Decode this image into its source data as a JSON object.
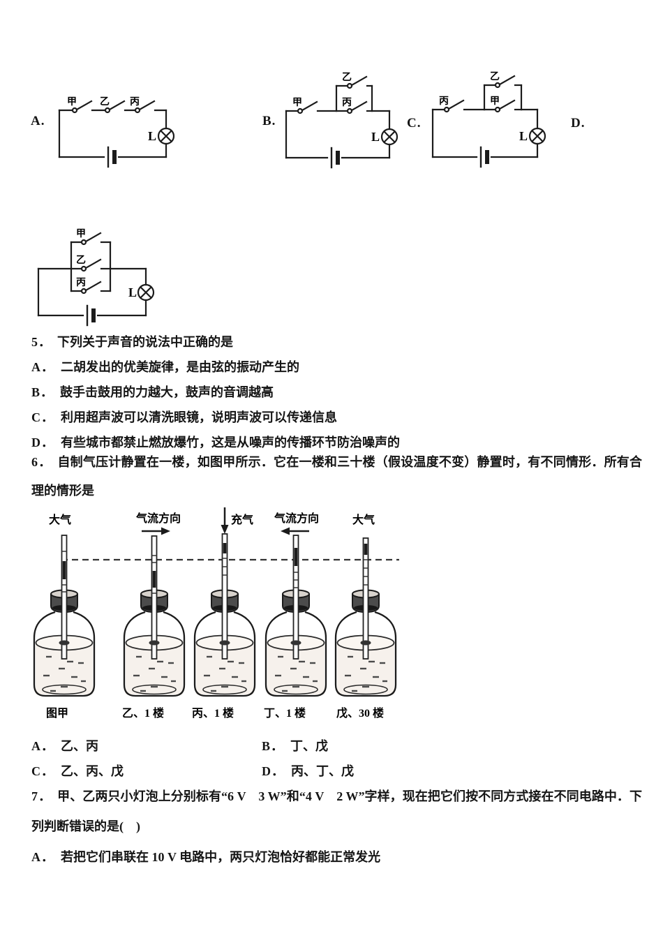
{
  "q4": {
    "circuits": [
      {
        "letter": "A.",
        "lamp": "L",
        "switches": {
          "s1": "甲",
          "s2": "乙",
          "s3": "丙"
        }
      },
      {
        "letter": "B.",
        "lamp": "L",
        "switches": {
          "series": "甲",
          "branch_top": "乙",
          "branch_main": "丙"
        }
      },
      {
        "letter": "C.",
        "lamp": "L",
        "switches": {
          "series": "丙",
          "branch_top": "乙",
          "branch_main": "甲"
        }
      },
      {
        "letter": "D.",
        "lamp": "L",
        "switches": {
          "branch_top": "甲",
          "branch_mid": "乙",
          "branch_bottom": "丙"
        }
      }
    ]
  },
  "q5": {
    "number": "5．",
    "stem": "下列关于声音的说法中正确的是",
    "options": [
      {
        "label": "A．",
        "text": "二胡发出的优美旋律，是由弦的振动产生的"
      },
      {
        "label": "B．",
        "text": "鼓手击鼓用的力越大，鼓声的音调越高"
      },
      {
        "label": "C．",
        "text": "利用超声波可以清洗眼镜，说明声波可以传递信息"
      },
      {
        "label": "D．",
        "text": "有些城市都禁止燃放爆竹，这是从噪声的传播环节防治噪声的"
      }
    ]
  },
  "q6": {
    "number": "6．",
    "stem": "自制气压计静置在一楼，如图甲所示．它在一楼和三十楼（假设温度不变）静置时，有不同情形．所有合理的情形是",
    "figure": {
      "top_labels": [
        "大气",
        "气流方向",
        "充气",
        "气流方向",
        "大气"
      ],
      "bottom_labels": [
        "图甲",
        "乙、1 楼",
        "丙、1 楼",
        "丁、1 楼",
        "戊、30 楼"
      ]
    },
    "options": [
      {
        "label": "A．",
        "text": "乙、丙"
      },
      {
        "label": "B．",
        "text": "丁、戊"
      },
      {
        "label": "C．",
        "text": "乙、丙、戊"
      },
      {
        "label": "D．",
        "text": "丙、丁、戊"
      }
    ]
  },
  "q7": {
    "number": "7．",
    "stem": "甲、乙两只小灯泡上分别标有“6 V　3 W”和“4 V　2 W”字样，现在把它们按不同方式接在不同电路中．下列判断错误的是(　)",
    "options": [
      {
        "label": "A．",
        "text": "若把它们串联在 10 V 电路中，两只灯泡恰好都能正常发光"
      }
    ]
  }
}
